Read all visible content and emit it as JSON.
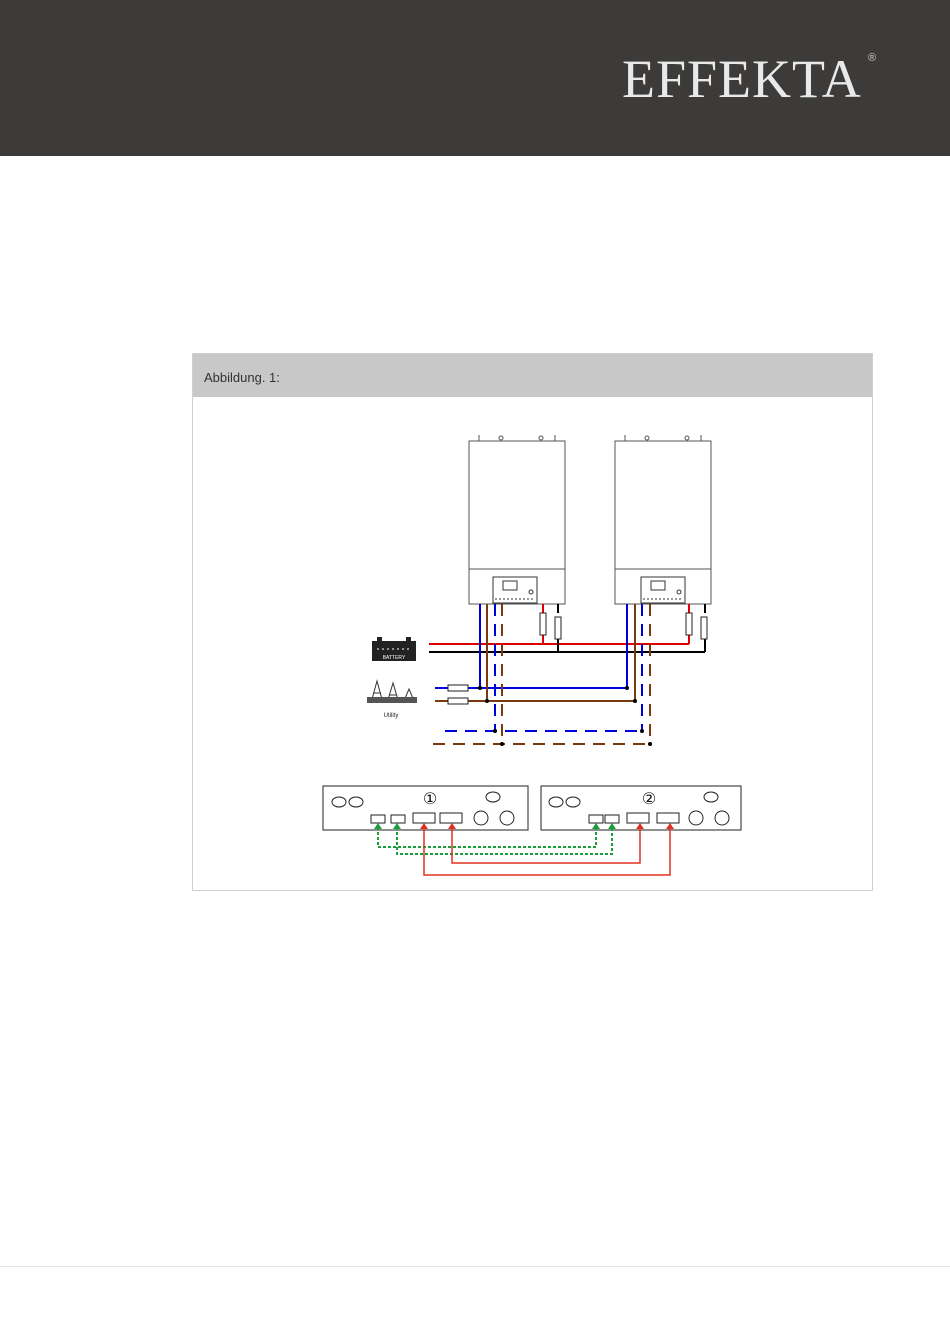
{
  "header": {
    "brand": "EFFEKTA",
    "registered_mark": "®",
    "background": "#3c3b39"
  },
  "figure": {
    "caption": "Abbildung. 1:",
    "battery_label": "BATTERY",
    "utility_label": "Utility",
    "unit_numbers": [
      "①",
      "②"
    ]
  },
  "colors": {
    "dc_positive": "#e00000",
    "dc_negative": "#000000",
    "ac_neutral": "#0000dd",
    "ac_line": "#7a3a10",
    "comm_green": "#1a9e3a",
    "comm_red": "#e03020"
  }
}
